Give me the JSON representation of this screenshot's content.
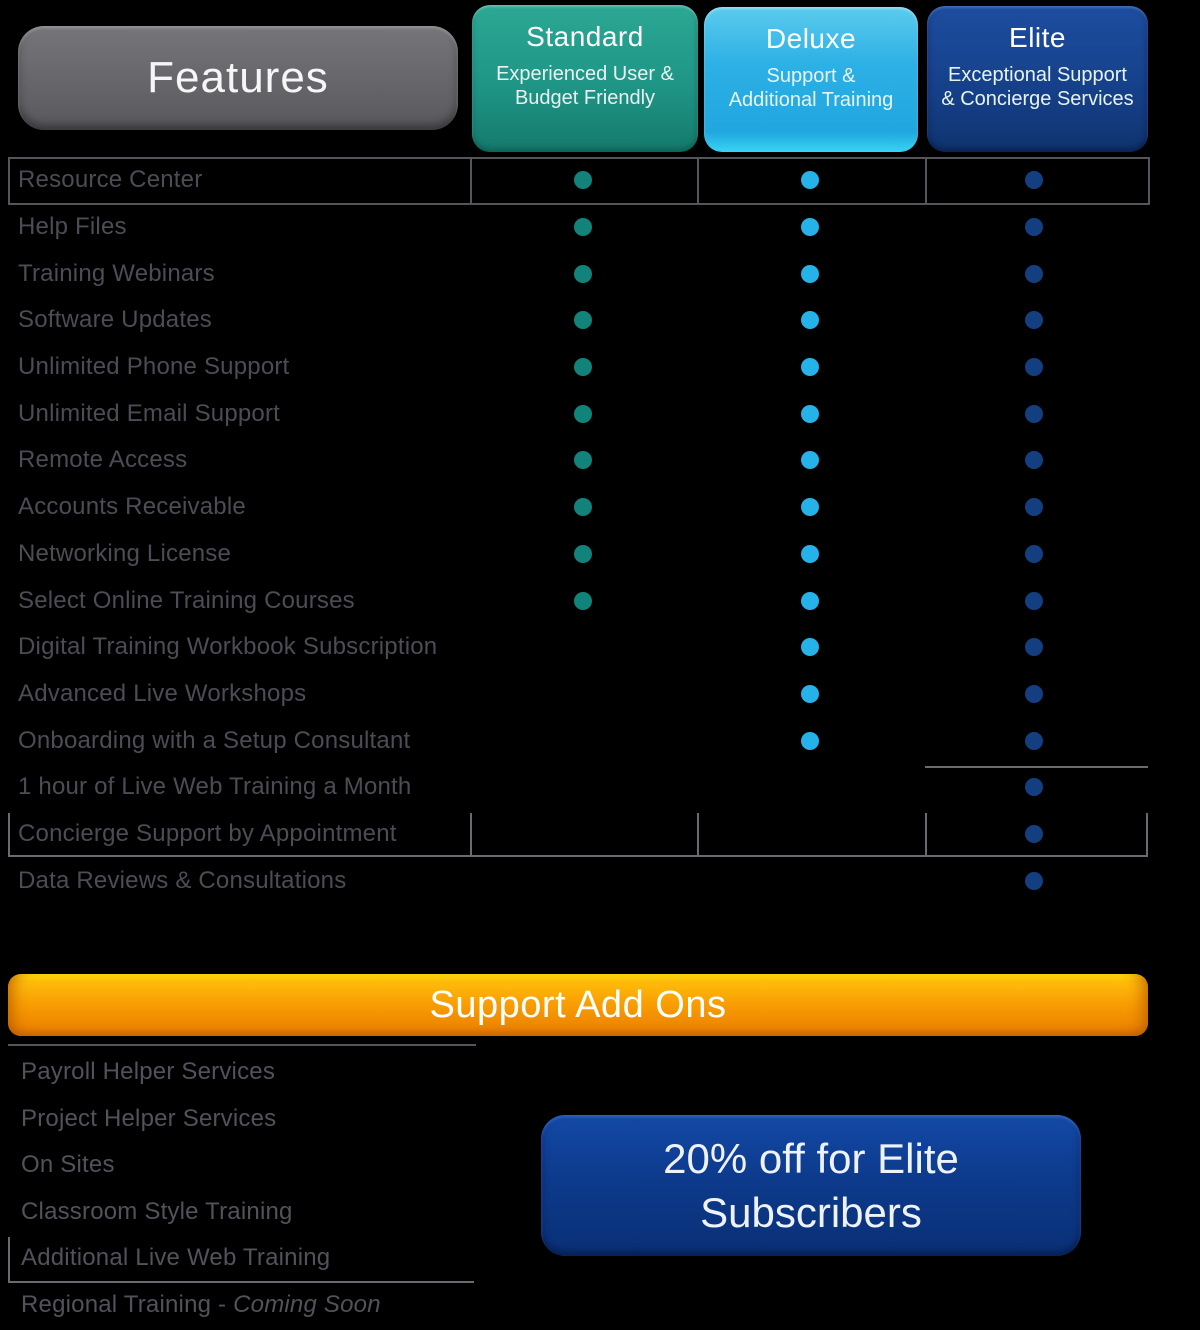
{
  "header": {
    "features_label": "Features",
    "plans": [
      {
        "name": "Standard",
        "tagline_line1": "Experienced User &",
        "tagline_line2": "Budget Friendly",
        "color": "#1f9586"
      },
      {
        "name": "Deluxe",
        "tagline_line1": "Support &",
        "tagline_line2": "Additional Training",
        "color": "#2cb0e5"
      },
      {
        "name": "Elite",
        "tagline_line1": "Exceptional Support",
        "tagline_line2": "& Concierge Services",
        "color": "#153f88"
      }
    ]
  },
  "chart_data": {
    "type": "table",
    "title": "Features",
    "columns": [
      "Features",
      "Standard",
      "Deluxe",
      "Elite"
    ],
    "dot_colors": {
      "standard": "#11837a",
      "deluxe": "#24b2e8",
      "elite": "#133e80"
    },
    "rows": [
      {
        "feature": "Resource Center",
        "standard": true,
        "deluxe": true,
        "elite": true
      },
      {
        "feature": "Help Files",
        "standard": true,
        "deluxe": true,
        "elite": true
      },
      {
        "feature": "Training Webinars",
        "standard": true,
        "deluxe": true,
        "elite": true
      },
      {
        "feature": "Software Updates",
        "standard": true,
        "deluxe": true,
        "elite": true
      },
      {
        "feature": "Unlimited Phone Support",
        "standard": true,
        "deluxe": true,
        "elite": true
      },
      {
        "feature": "Unlimited Email Support",
        "standard": true,
        "deluxe": true,
        "elite": true
      },
      {
        "feature": "Remote Access",
        "standard": true,
        "deluxe": true,
        "elite": true
      },
      {
        "feature": "Accounts Receivable",
        "standard": true,
        "deluxe": true,
        "elite": true
      },
      {
        "feature": "Networking License",
        "standard": true,
        "deluxe": true,
        "elite": true
      },
      {
        "feature": "Select Online Training Courses",
        "standard": true,
        "deluxe": true,
        "elite": true
      },
      {
        "feature": "Digital Training Workbook Subscription",
        "standard": false,
        "deluxe": true,
        "elite": true
      },
      {
        "feature": "Advanced Live Workshops",
        "standard": false,
        "deluxe": true,
        "elite": true
      },
      {
        "feature": "Onboarding with a Setup Consultant",
        "standard": false,
        "deluxe": true,
        "elite": true
      },
      {
        "feature": "1 hour of Live Web Training a Month",
        "standard": false,
        "deluxe": false,
        "elite": true
      },
      {
        "feature": "Concierge Support by Appointment",
        "standard": false,
        "deluxe": false,
        "elite": true
      },
      {
        "feature": "Data Reviews & Consultations",
        "standard": false,
        "deluxe": false,
        "elite": true
      }
    ]
  },
  "addons": {
    "banner_label": "Support Add Ons",
    "banner_color": "#f9a004",
    "items": [
      {
        "label": "Payroll Helper Services"
      },
      {
        "label": "Project Helper Services"
      },
      {
        "label": "On Sites"
      },
      {
        "label": "Classroom Style Training"
      },
      {
        "label": "Additional Live Web Training"
      },
      {
        "label": "Regional Training - ",
        "suffix_italic": "Coming Soon"
      }
    ],
    "promo": {
      "line1": "20% off for Elite",
      "line2": "Subscribers",
      "color": "#0d3a8c"
    }
  }
}
